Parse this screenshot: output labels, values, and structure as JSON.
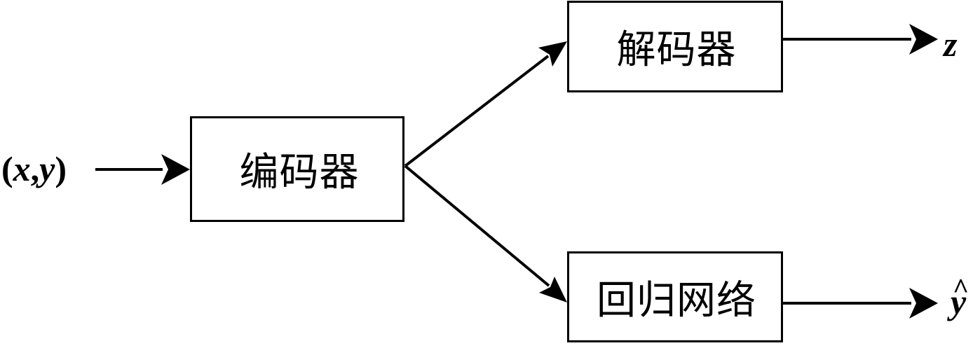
{
  "diagram": {
    "input": {
      "open": "(",
      "x": "x",
      "comma": ",",
      "y": "y",
      "close": ")"
    },
    "encoder": {
      "label": "编码器"
    },
    "decoder": {
      "label": "解码器"
    },
    "regression": {
      "label": "回归网络"
    },
    "outputs": {
      "z": "z",
      "yhat": {
        "base": "y",
        "hat": "^"
      }
    },
    "colors": {
      "stroke": "#000000",
      "background": "#ffffff"
    }
  }
}
